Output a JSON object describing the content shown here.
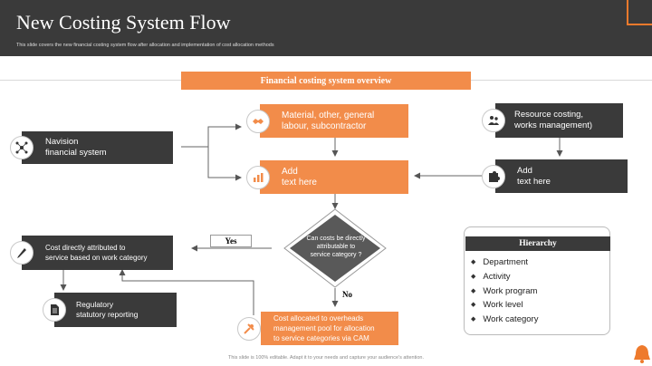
{
  "header": {
    "title": "New Costing System Flow",
    "subtitle": "This slide covers the new financial costing system flow after allocation and implementation of cost allocation methods"
  },
  "banner": "Financial costing system overview",
  "nodes": {
    "navision": "Navision\nfinancial system",
    "material": "Material, other, general\nlabour, subcontractor",
    "add_center": "Add\ntext here",
    "resource": "Resource costing,\nworks management)",
    "add_right": "Add\ntext here",
    "decision": "Can costs be directly\nattributable to\nservice category ?",
    "yes": "Yes",
    "no": "No",
    "cost_direct": "Cost directly attributed to\nservice based on work category",
    "regulatory": "Regulatory\nstatutory reporting",
    "cost_allocated": "Cost allocated to overheads\nmanagement pool for allocation\nto service categories via CAM"
  },
  "hierarchy": {
    "title": "Hierarchy",
    "items": [
      "Department",
      "Activity",
      "Work program",
      "Work level",
      "Work category"
    ]
  },
  "footer": "This slide is 100% editable. Adapt it to your needs and capture your audience's attention.",
  "icons": {
    "navision": "network-icon",
    "material": "handshake-icon",
    "add_center": "chart-icon",
    "resource": "people-icon",
    "add_right": "puzzle-icon",
    "cost_direct": "pen-icon",
    "regulatory": "document-icon",
    "cost_allocated": "tools-icon"
  },
  "colors": {
    "accent": "#f28c4a",
    "dark": "#3a3a3a"
  }
}
